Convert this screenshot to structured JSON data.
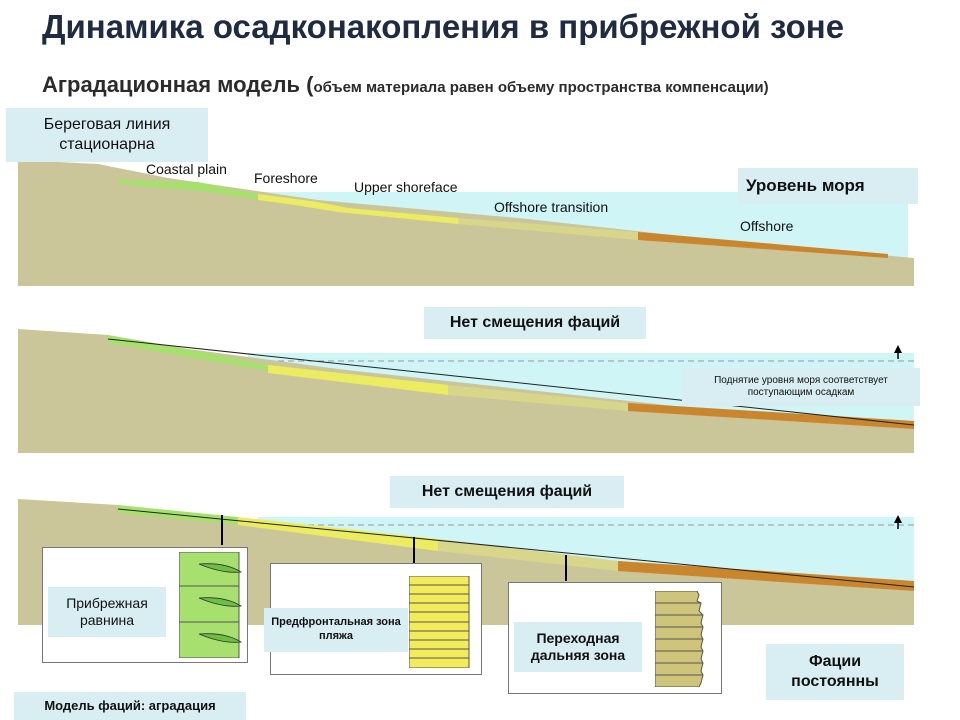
{
  "title": "Динамика осадконакопления в прибрежной зоне",
  "subtitle": {
    "main": "Аградационная модель (",
    "note": "объем материала равен объему пространства компенсации)"
  },
  "panel1": {
    "shoreline_box": "Береговая линия стационарна",
    "sea_level_box": "Уровень моря",
    "facies_labels": [
      "Coastal plain",
      "Foreshore",
      "Upper shoreface",
      "Offshore transition",
      "Offshore"
    ]
  },
  "panel2": {
    "heading": "Нет смещения фаций",
    "note": "Поднятие уровня моря соответствует поступающим осадкам"
  },
  "panel3": {
    "heading": "Нет смещения фаций",
    "inset_labels": [
      "Прибрежная равнина",
      "Предфронтальная зона пляжа",
      "Переходная дальняя зона"
    ],
    "facies_constant": "Фации постоянны",
    "model_label": "Модель фаций: аградация"
  },
  "colors": {
    "sea": "#cff5f7",
    "land": "#cbc59a",
    "coastal_plain": "#a8e070",
    "foreshore": "#ecec60",
    "upper_shoreface": "#d8d68a",
    "offshore": "#c9862c",
    "box_fill": "#d8eef2"
  }
}
